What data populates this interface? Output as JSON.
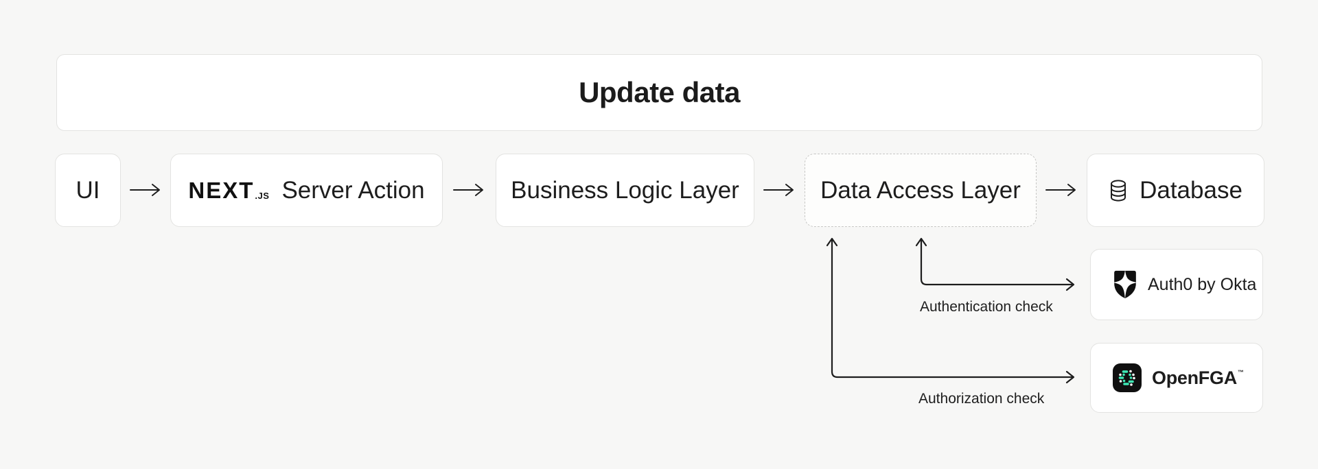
{
  "colors": {
    "background": "#f7f7f6",
    "card_fill": "#ffffff",
    "card_border": "#e3e3e1",
    "dashed_border": "#c7c7c5",
    "text": "#1d1d1d",
    "arrow": "#1d1d1d",
    "logo_black": "#101010",
    "openfga_teal": "#3fe9b6"
  },
  "title_card": {
    "label": "Update data"
  },
  "flow": {
    "nodes": [
      {
        "id": "ui",
        "label": "UI"
      },
      {
        "id": "server-action",
        "brand": "NEXT",
        "brand_suffix": ".JS",
        "label": "Server Action"
      },
      {
        "id": "business-logic-layer",
        "label": "Business Logic Layer"
      },
      {
        "id": "data-access-layer",
        "label": "Data Access Layer",
        "border_style": "dashed"
      },
      {
        "id": "database",
        "label": "Database",
        "icon": "database-cylinder-icon"
      }
    ]
  },
  "services": [
    {
      "id": "auth0",
      "label": "Auth0 by Okta",
      "icon": "auth0-shield-icon"
    },
    {
      "id": "openfga",
      "label": "OpenFGA",
      "trademark": "™",
      "icon": "openfga-mark-icon"
    }
  ],
  "connectors": [
    {
      "id": "authentication",
      "label": "Authentication check",
      "from": "data-access-layer",
      "to": "auth0"
    },
    {
      "id": "authorization",
      "label": "Authorization check",
      "from": "data-access-layer",
      "to": "openfga"
    }
  ]
}
